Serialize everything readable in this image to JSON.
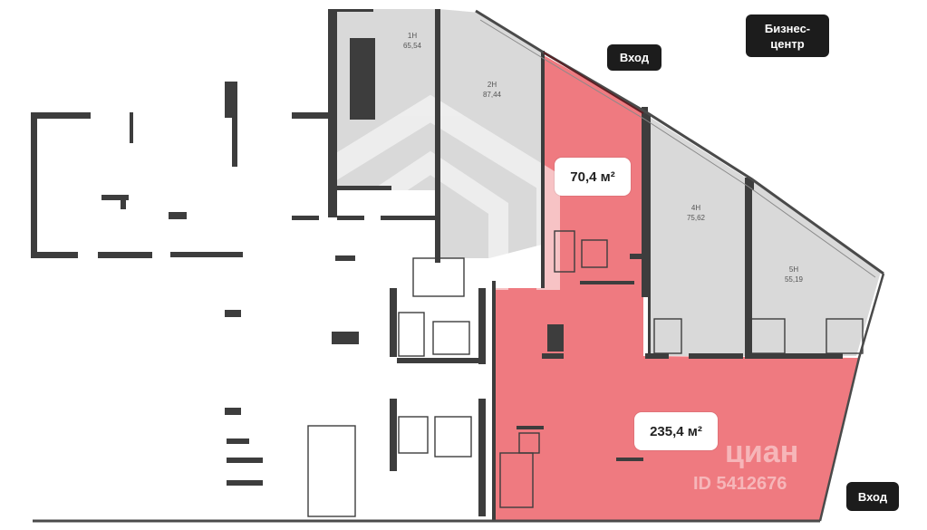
{
  "units": [
    {
      "name": "1Н",
      "area": "65,54"
    },
    {
      "name": "2Н",
      "area": "87,44"
    },
    {
      "name": "4Н",
      "area": "75,62"
    },
    {
      "name": "5Н",
      "area": "55,19"
    }
  ],
  "highlighted_areas": [
    {
      "label": "70,4 м²",
      "color": "#ee6f75"
    },
    {
      "label": "235,4 м²",
      "color": "#ee6f75"
    }
  ],
  "markers": {
    "entrance_top": "Вход",
    "entrance_bottom": "Вход",
    "business_center": "Бизнес-\nцентр"
  },
  "watermark": {
    "brand": "циан",
    "id": "ID 5412676"
  }
}
